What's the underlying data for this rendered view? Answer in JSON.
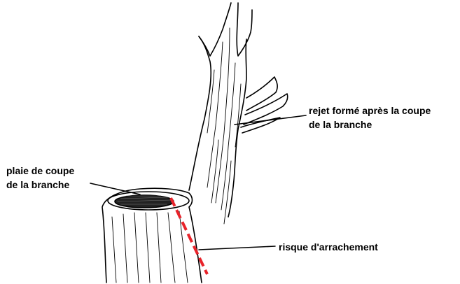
{
  "labels": {
    "rejet_line1": "rejet formé après la coupe",
    "rejet_line2": "de la branche",
    "plaie_line1": "plaie de coupe",
    "plaie_line2": "de la branche",
    "risque": "risque d'arrachement"
  },
  "colors": {
    "ink": "#000000",
    "risk_line": "#e8232a",
    "background": "#ffffff"
  }
}
